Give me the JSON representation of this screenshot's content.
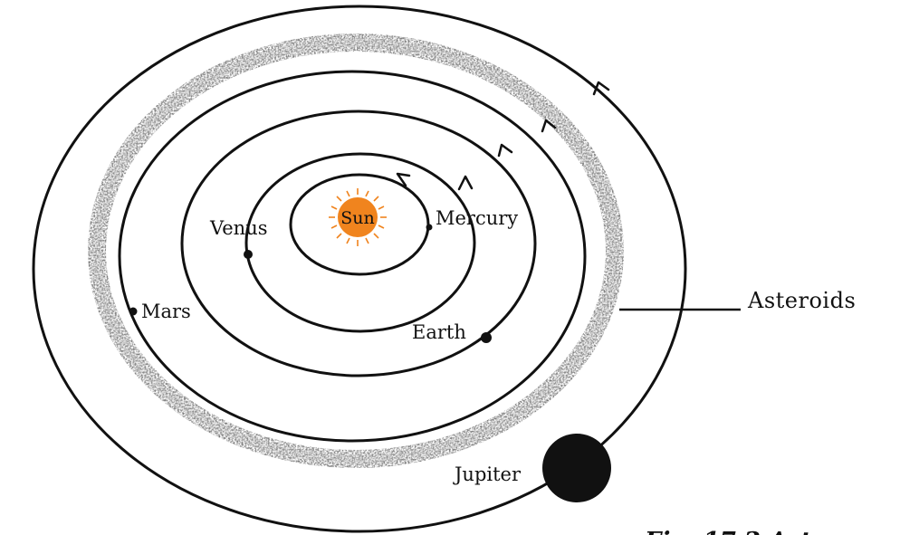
{
  "diagram": {
    "labels": {
      "sun": "Sun",
      "mercury": "Mercury",
      "venus": "Venus",
      "earth": "Earth",
      "mars": "Mars",
      "jupiter": "Jupiter",
      "asteroids": "Asteroids"
    },
    "caption": "Fig. 17.2 Ast",
    "colors": {
      "sun": "#f0841e",
      "orbit": "#111111",
      "asteroid_belt": "#9a9a9a",
      "planet": "#111111"
    }
  }
}
